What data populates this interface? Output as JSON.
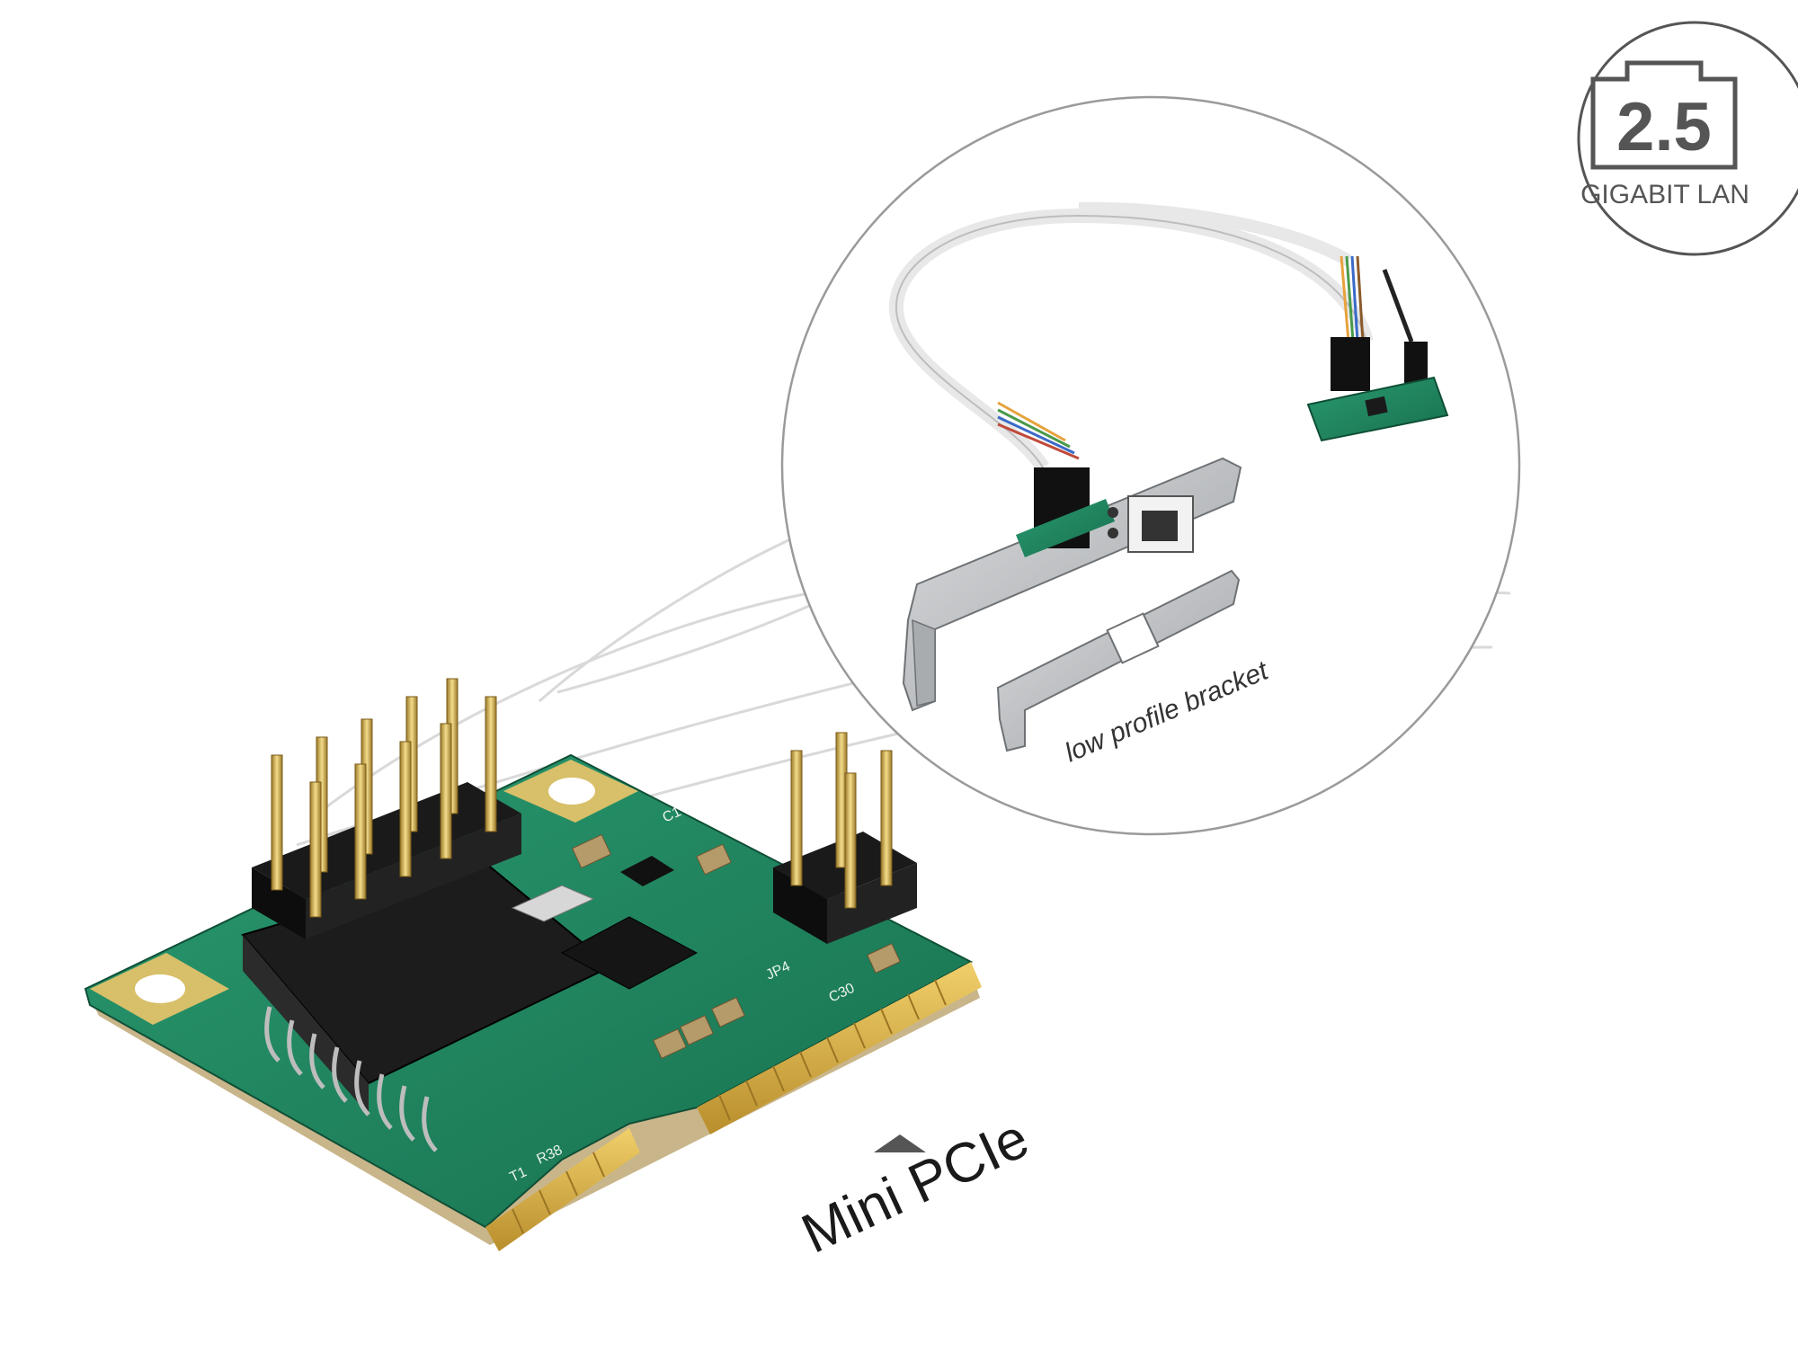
{
  "badge": {
    "value": "2.5",
    "caption": "GIGABIT LAN"
  },
  "inset": {
    "bracket_label": "low profile bracket"
  },
  "card": {
    "interface_label": "Mini PCIe",
    "silkscreen": [
      "C1",
      "C30",
      "JP4",
      "R38",
      "T1"
    ]
  },
  "colors": {
    "pcb": "#1e8a62",
    "gold": "#d8b24a",
    "bracket": "#bfc1c3",
    "outline": "#555555"
  }
}
